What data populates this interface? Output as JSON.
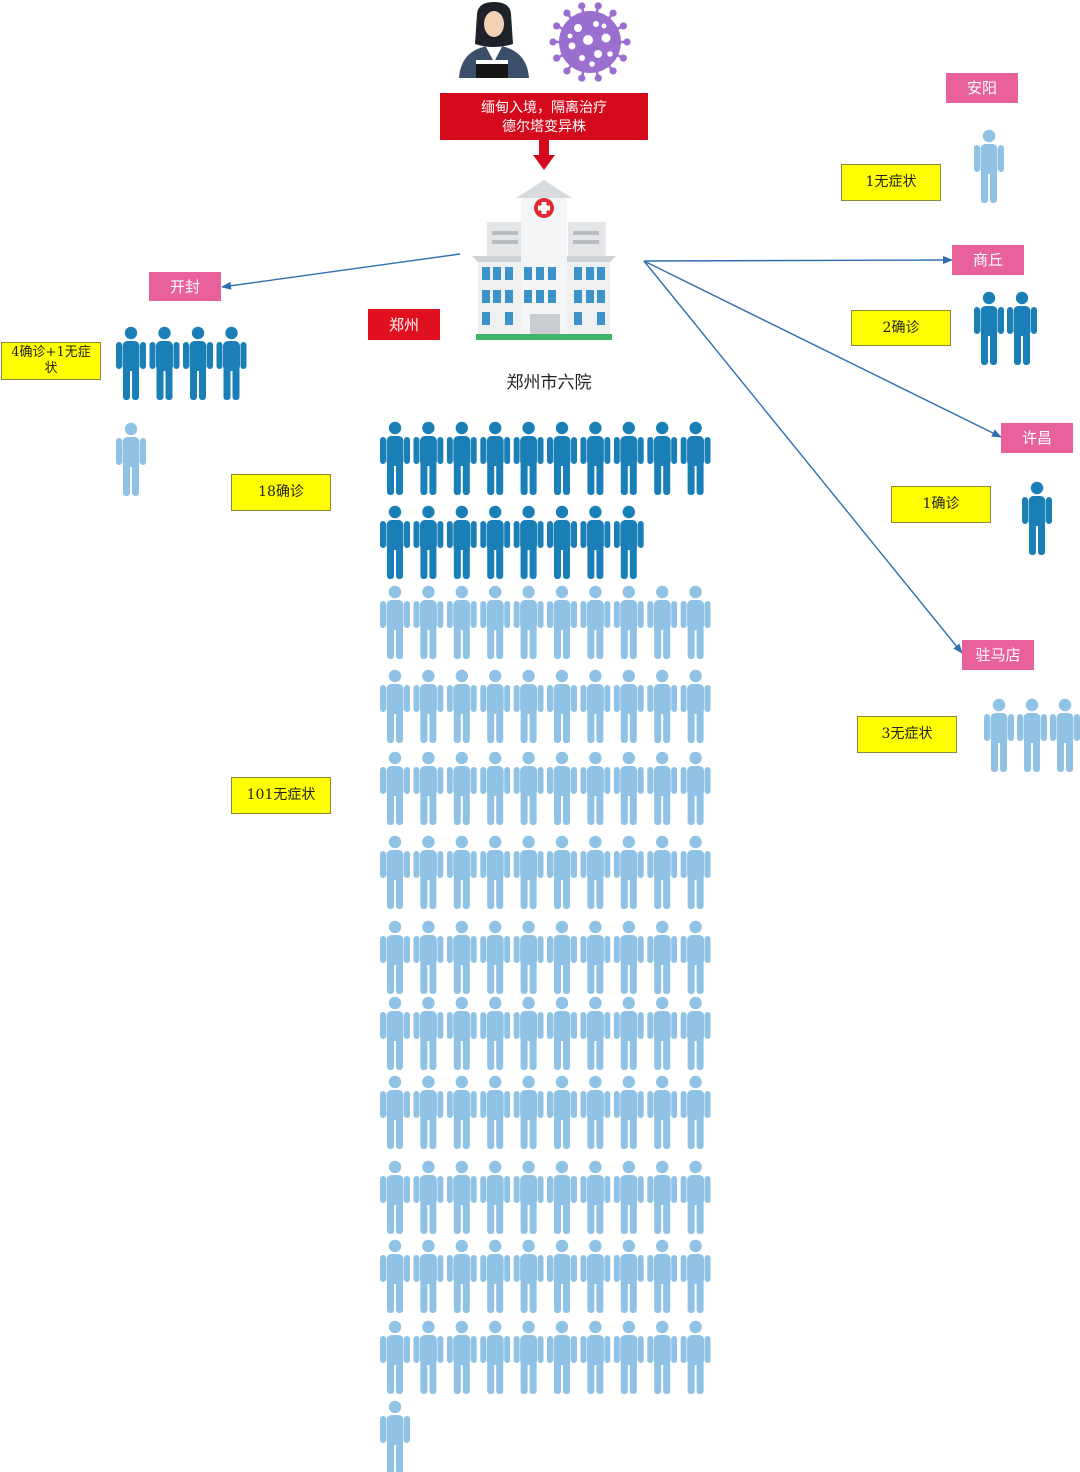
{
  "source": {
    "banner_line1": "缅甸入境，隔离治疗",
    "banner_line2": "德尔塔变异株"
  },
  "hospital": {
    "name": "郑州市六院",
    "city_tag": "郑州"
  },
  "groups": {
    "zhengzhou_confirmed": "18确诊",
    "zhengzhou_asymptomatic": "101无症状",
    "kaifeng_city": "开封",
    "kaifeng_count": "4确诊+1无症状",
    "anyang_city": "安阳",
    "anyang_count": "1无症状",
    "shangqiu_city": "商丘",
    "shangqiu_count": "2确诊",
    "xuchang_city": "许昌",
    "xuchang_count": "1确诊",
    "zhumadian_city": "驻马店",
    "zhumadian_count": "3无症状"
  },
  "figure_counts": {
    "zhengzhou_confirmed": 18,
    "zhengzhou_asymptomatic": 101,
    "kaifeng_confirmed": 4,
    "kaifeng_asymptomatic": 1,
    "anyang_asymptomatic": 1,
    "shangqiu_confirmed": 2,
    "xuchang_confirmed": 1,
    "zhumadian_asymptomatic": 3
  },
  "colors": {
    "confirmed": "#1a7fb6",
    "asymptomatic": "#8fc2e4",
    "label_yellow": "#ffff00",
    "city_pink": "#e8619a",
    "city_red": "#e0101e",
    "arrow_blue": "#2f6fae",
    "banner_red": "#d5091c",
    "virus": "#9a6fd0"
  },
  "icons": {
    "source": "patient-woman-icon",
    "virus": "coronavirus-icon",
    "hospital": "hospital-building-icon",
    "person": "person-icon"
  }
}
